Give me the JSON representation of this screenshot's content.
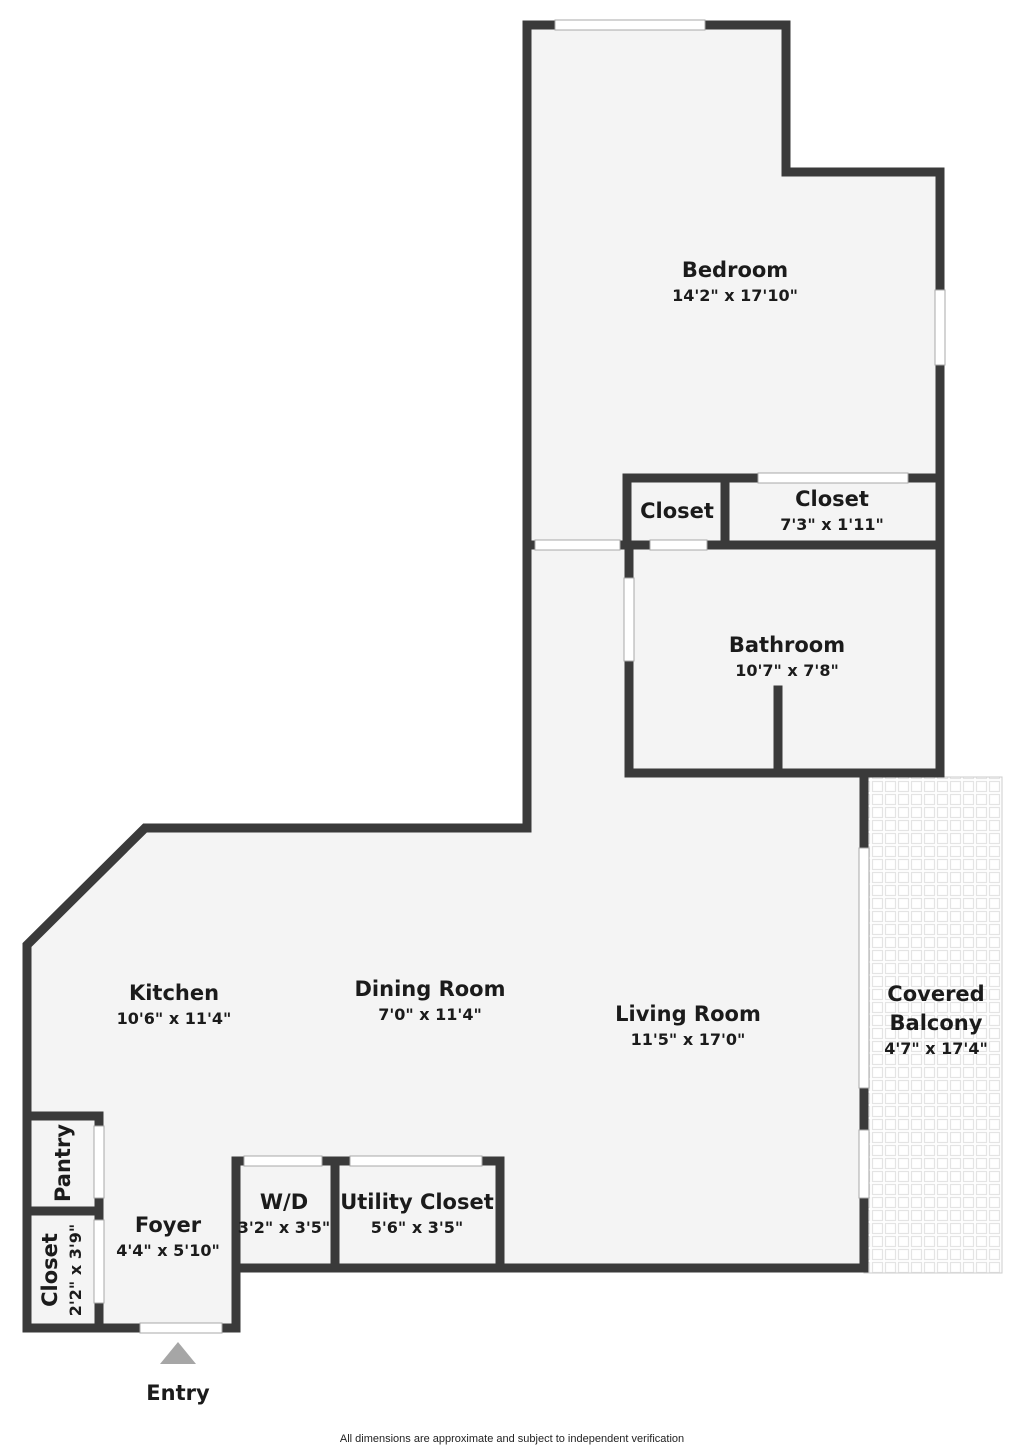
{
  "colors": {
    "wall": "#3a3a3a",
    "floor": "#f4f4f4",
    "window": "#ffffff",
    "balcony_tile": "#e4e4e4",
    "entry_arrow": "#a6a6a6"
  },
  "rooms": {
    "bedroom": {
      "name": "Bedroom",
      "dims": "14'2\" x 17'10\""
    },
    "closet_small": {
      "name": "Closet"
    },
    "closet_wide": {
      "name": "Closet",
      "dims": "7'3\" x 1'11\""
    },
    "bathroom": {
      "name": "Bathroom",
      "dims": "10'7\" x 7'8\""
    },
    "kitchen": {
      "name": "Kitchen",
      "dims": "10'6\" x 11'4\""
    },
    "dining_room": {
      "name": "Dining Room",
      "dims": "7'0\" x 11'4\""
    },
    "living_room": {
      "name": "Living Room",
      "dims": "11'5\" x 17'0\""
    },
    "covered_balcony": {
      "name_line1": "Covered",
      "name_line2": "Balcony",
      "dims": "4'7\" x 17'4\""
    },
    "pantry": {
      "name": "Pantry"
    },
    "closet_foyer": {
      "name": "Closet",
      "dims": "2'2\" x 3'9\""
    },
    "foyer": {
      "name": "Foyer",
      "dims": "4'4\" x 5'10\""
    },
    "wd": {
      "name": "W/D",
      "dims": "3'2\" x 3'5\""
    },
    "utility_closet": {
      "name": "Utility Closet",
      "dims": "5'6\" x 3'5\""
    }
  },
  "entry": {
    "label": "Entry"
  },
  "disclaimer": "All dimensions are approximate and subject to independent verification"
}
